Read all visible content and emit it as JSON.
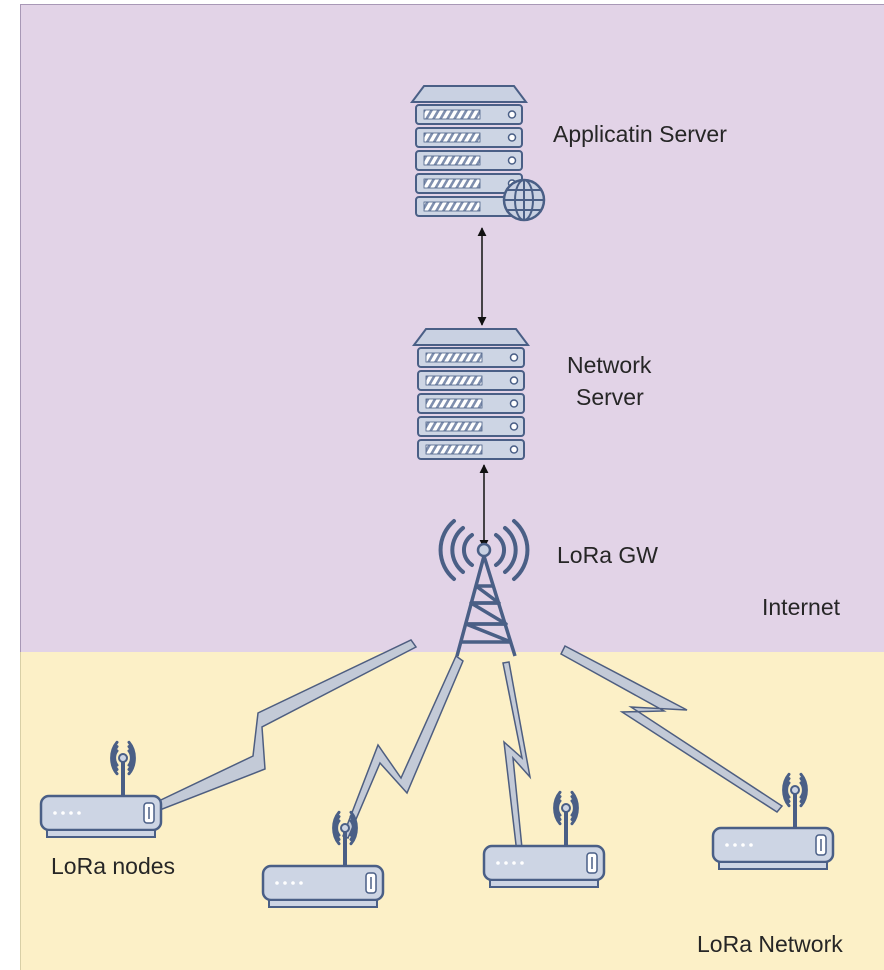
{
  "colors": {
    "internet_zone": "#e2d3e7",
    "lora_zone": "#fcf0c7",
    "device_fill": "#cdd5e4",
    "device_stroke": "#4a5f86",
    "signal_fill": "#c3cad7",
    "signal_stroke": "#4e5e80",
    "tower_stroke": "#4a5f86",
    "arrow": "#111111",
    "text": "#262626"
  },
  "labels": {
    "application_server": "Applicatin Server",
    "network_server_line1": "Network",
    "network_server_line2": "Server",
    "gateway": "LoRa GW",
    "internet": "Internet",
    "lora_nodes": "LoRa nodes",
    "lora_network": "LoRa Network"
  },
  "icons": {
    "application_server": "server-with-globe-icon",
    "network_server": "server-rack-icon",
    "gateway": "radio-tower-icon",
    "node": "wifi-router-icon"
  },
  "nodes": [
    {
      "name": "node-1"
    },
    {
      "name": "node-2"
    },
    {
      "name": "node-3"
    },
    {
      "name": "node-4"
    }
  ]
}
